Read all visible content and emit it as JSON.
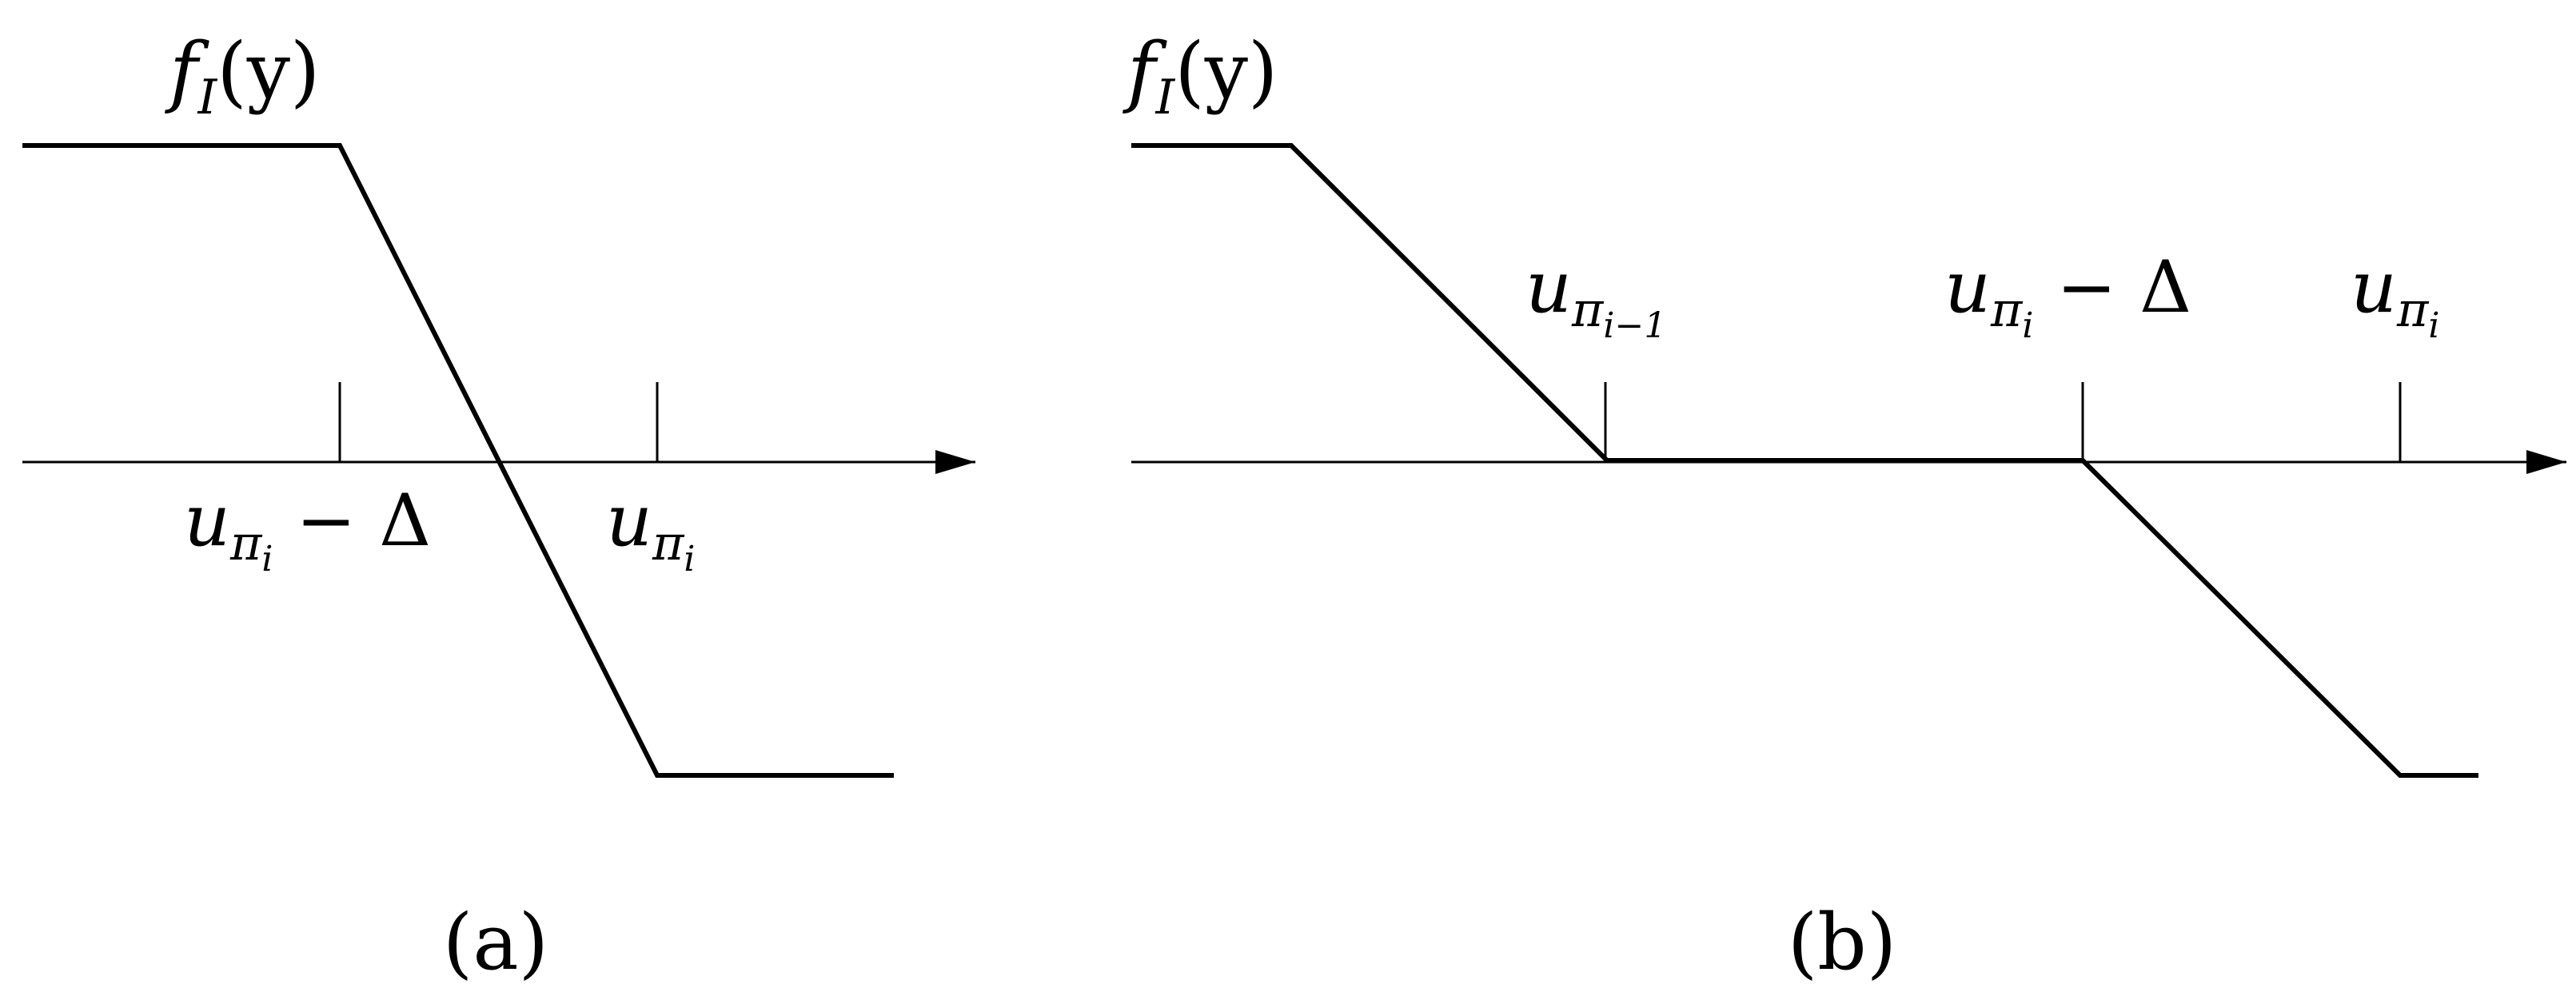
{
  "panel_a": {
    "caption": "(a)",
    "function_label": {
      "base": "f",
      "sub": "I",
      "arg": "(y)"
    },
    "tick_labels": [
      {
        "base": "u",
        "sub": "π",
        "subsub": "i",
        "suffix": " − Δ"
      },
      {
        "base": "u",
        "sub": "π",
        "subsub": "i",
        "suffix": ""
      }
    ]
  },
  "panel_b": {
    "caption": "(b)",
    "function_label": {
      "base": "f",
      "sub": "I",
      "arg": "(y)"
    },
    "tick_labels": [
      {
        "base": "u",
        "sub": "π",
        "subsub": "i−1",
        "suffix": ""
      },
      {
        "base": "u",
        "sub": "π",
        "subsub": "i",
        "suffix": " − Δ"
      },
      {
        "base": "u",
        "sub": "π",
        "subsub": "i",
        "suffix": ""
      }
    ]
  }
}
